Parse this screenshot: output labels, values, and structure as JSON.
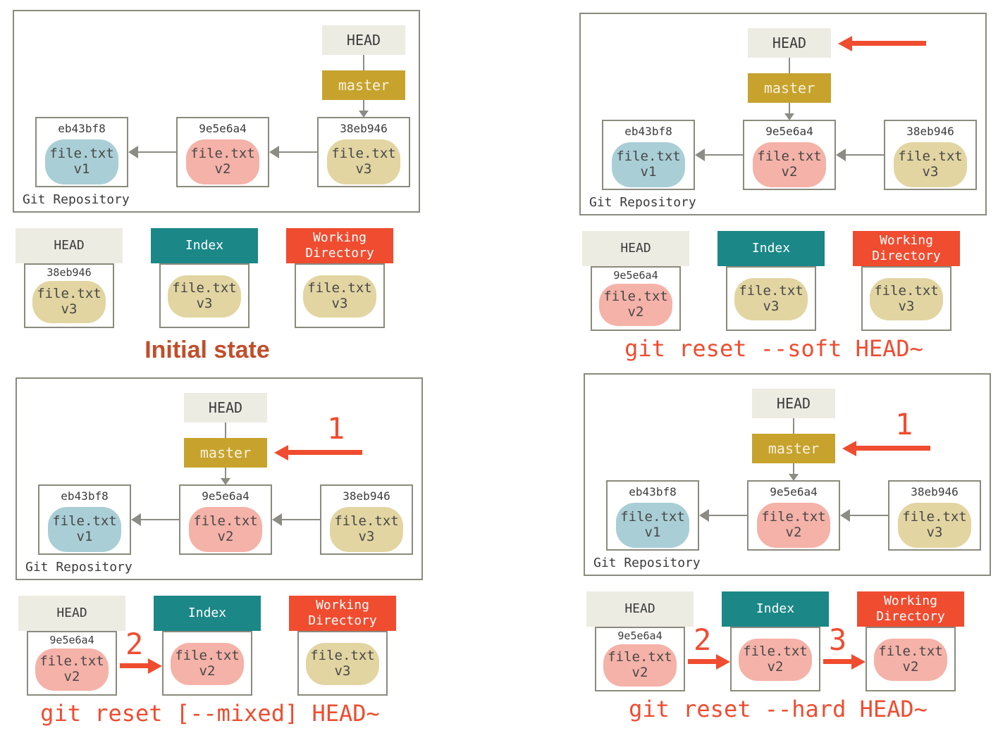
{
  "colors": {
    "background": "#FFFFFF",
    "beige": "#EDECE3",
    "gold": "#C7A32E",
    "teal": "#1B8787",
    "red_orange": "#F04C30",
    "caption_dark": "#C14E2B",
    "oval_blue": "#A9CED6",
    "oval_pink": "#F5B2A8",
    "oval_tan": "#E2D5A2",
    "border_gray": "#8A8A7E",
    "line_gray": "#8C8C84",
    "text_dark": "#3B3B3B",
    "master_text": "#F6F1DC"
  },
  "panels": [
    {
      "caption": "Initial state",
      "repo_label": "Git Repository",
      "head_label": "HEAD",
      "branch_label": "master",
      "commits": [
        {
          "hash": "eb43bf8",
          "file": "file.txt",
          "version": "v1",
          "color": "blue"
        },
        {
          "hash": "9e5e6a4",
          "file": "file.txt",
          "version": "v2",
          "color": "pink"
        },
        {
          "hash": "38eb946",
          "file": "file.txt",
          "version": "v3",
          "color": "tan"
        }
      ],
      "areas": [
        {
          "label": "HEAD",
          "hash": "38eb946",
          "file": "file.txt",
          "version": "v3",
          "color": "tan"
        },
        {
          "label": "Index",
          "file": "file.txt",
          "version": "v3",
          "color": "tan"
        },
        {
          "label": "Working Directory",
          "file": "file.txt",
          "version": "v3",
          "color": "tan"
        }
      ]
    },
    {
      "caption": "git reset --soft HEAD~",
      "repo_label": "Git Repository",
      "head_label": "HEAD",
      "branch_label": "master",
      "commits": [
        {
          "hash": "eb43bf8",
          "file": "file.txt",
          "version": "v1",
          "color": "blue"
        },
        {
          "hash": "9e5e6a4",
          "file": "file.txt",
          "version": "v2",
          "color": "pink"
        },
        {
          "hash": "38eb946",
          "file": "file.txt",
          "version": "v3",
          "color": "tan"
        }
      ],
      "areas": [
        {
          "label": "HEAD",
          "hash": "9e5e6a4",
          "file": "file.txt",
          "version": "v2",
          "color": "pink"
        },
        {
          "label": "Index",
          "file": "file.txt",
          "version": "v3",
          "color": "tan"
        },
        {
          "label": "Working Directory",
          "file": "file.txt",
          "version": "v3",
          "color": "tan"
        }
      ]
    },
    {
      "caption": "git reset [--mixed] HEAD~",
      "repo_label": "Git Repository",
      "head_label": "HEAD",
      "branch_label": "master",
      "repo_arrow_number": "1",
      "arrow_head_to_index": "2",
      "commits": [
        {
          "hash": "eb43bf8",
          "file": "file.txt",
          "version": "v1",
          "color": "blue"
        },
        {
          "hash": "9e5e6a4",
          "file": "file.txt",
          "version": "v2",
          "color": "pink"
        },
        {
          "hash": "38eb946",
          "file": "file.txt",
          "version": "v3",
          "color": "tan"
        }
      ],
      "areas": [
        {
          "label": "HEAD",
          "hash": "9e5e6a4",
          "file": "file.txt",
          "version": "v2",
          "color": "pink"
        },
        {
          "label": "Index",
          "file": "file.txt",
          "version": "v2",
          "color": "pink"
        },
        {
          "label": "Working Directory",
          "file": "file.txt",
          "version": "v3",
          "color": "tan"
        }
      ]
    },
    {
      "caption": "git reset --hard HEAD~",
      "repo_label": "Git Repository",
      "head_label": "HEAD",
      "branch_label": "master",
      "repo_arrow_number": "1",
      "arrow_head_to_index": "2",
      "arrow_index_to_wd": "3",
      "commits": [
        {
          "hash": "eb43bf8",
          "file": "file.txt",
          "version": "v1",
          "color": "blue"
        },
        {
          "hash": "9e5e6a4",
          "file": "file.txt",
          "version": "v2",
          "color": "pink"
        },
        {
          "hash": "38eb946",
          "file": "file.txt",
          "version": "v3",
          "color": "tan"
        }
      ],
      "areas": [
        {
          "label": "HEAD",
          "hash": "9e5e6a4",
          "file": "file.txt",
          "version": "v2",
          "color": "pink"
        },
        {
          "label": "Index",
          "file": "file.txt",
          "version": "v2",
          "color": "pink"
        },
        {
          "label": "Working Directory",
          "file": "file.txt",
          "version": "v2",
          "color": "pink"
        }
      ]
    }
  ]
}
